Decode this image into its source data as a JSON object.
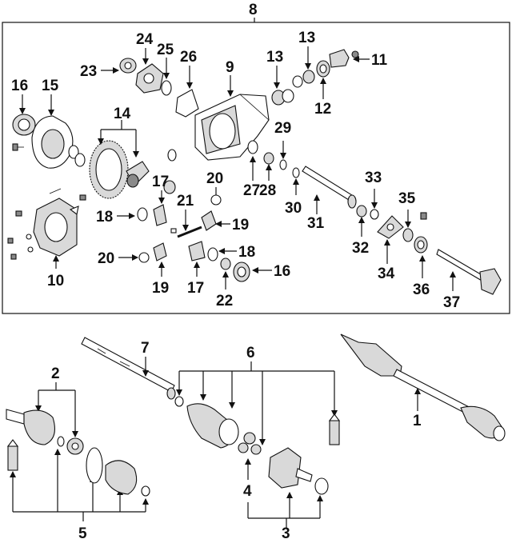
{
  "callouts": {
    "c1": "1",
    "c2": "2",
    "c3": "3",
    "c4": "4",
    "c5": "5",
    "c6": "6",
    "c7": "7",
    "c8": "8",
    "c9": "9",
    "c10": "10",
    "c11": "11",
    "c12": "12",
    "c13a": "13",
    "c13b": "13",
    "c14": "14",
    "c15": "15",
    "c16a": "16",
    "c16b": "16",
    "c17a": "17",
    "c17b": "17",
    "c18a": "18",
    "c18b": "18",
    "c19a": "19",
    "c19b": "19",
    "c20a": "20",
    "c20b": "20",
    "c21": "21",
    "c22": "22",
    "c23": "23",
    "c24": "24",
    "c25": "25",
    "c26": "26",
    "c27": "27",
    "c28": "28",
    "c29": "29",
    "c30": "30",
    "c31": "31",
    "c32": "32",
    "c33": "33",
    "c34": "34",
    "c35": "35",
    "c36": "36",
    "c37": "37"
  },
  "colors": {
    "line": "#111111",
    "fill_light": "#d9d9d9",
    "fill_dark": "#8a8a8a",
    "background": "#ffffff"
  }
}
